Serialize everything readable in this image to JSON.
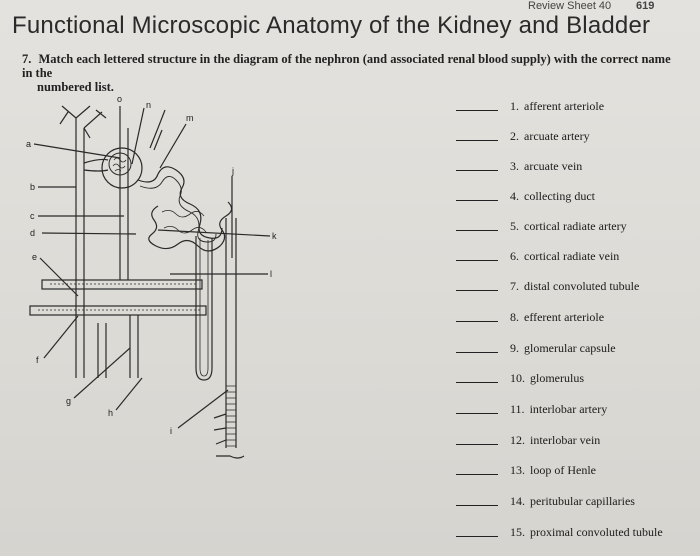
{
  "header": {
    "note": "Review Sheet 40",
    "page_number": "619"
  },
  "title": "Functional Microscopic Anatomy of the Kidney and Bladder",
  "question": {
    "number": "7.",
    "text": "Match each lettered structure in the diagram of the nephron (and associated renal blood supply) with the correct name in the",
    "text_cont": "numbered list."
  },
  "diagram_labels": [
    "a",
    "b",
    "c",
    "d",
    "e",
    "f",
    "g",
    "h",
    "i",
    "j",
    "k",
    "l",
    "m",
    "n",
    "o"
  ],
  "answers": [
    {
      "num": "1.",
      "term": "afferent arteriole"
    },
    {
      "num": "2.",
      "term": "arcuate artery"
    },
    {
      "num": "3.",
      "term": "arcuate vein"
    },
    {
      "num": "4.",
      "term": "collecting duct"
    },
    {
      "num": "5.",
      "term": "cortical radiate artery"
    },
    {
      "num": "6.",
      "term": "cortical radiate vein"
    },
    {
      "num": "7.",
      "term": "distal convoluted tubule"
    },
    {
      "num": "8.",
      "term": "efferent arteriole"
    },
    {
      "num": "9.",
      "term": "glomerular capsule"
    },
    {
      "num": "10.",
      "term": "glomerulus"
    },
    {
      "num": "11.",
      "term": "interlobar artery"
    },
    {
      "num": "12.",
      "term": "interlobar vein"
    },
    {
      "num": "13.",
      "term": "loop of Henle"
    },
    {
      "num": "14.",
      "term": "peritubular capillaries"
    },
    {
      "num": "15.",
      "term": "proximal convoluted tubule"
    }
  ]
}
